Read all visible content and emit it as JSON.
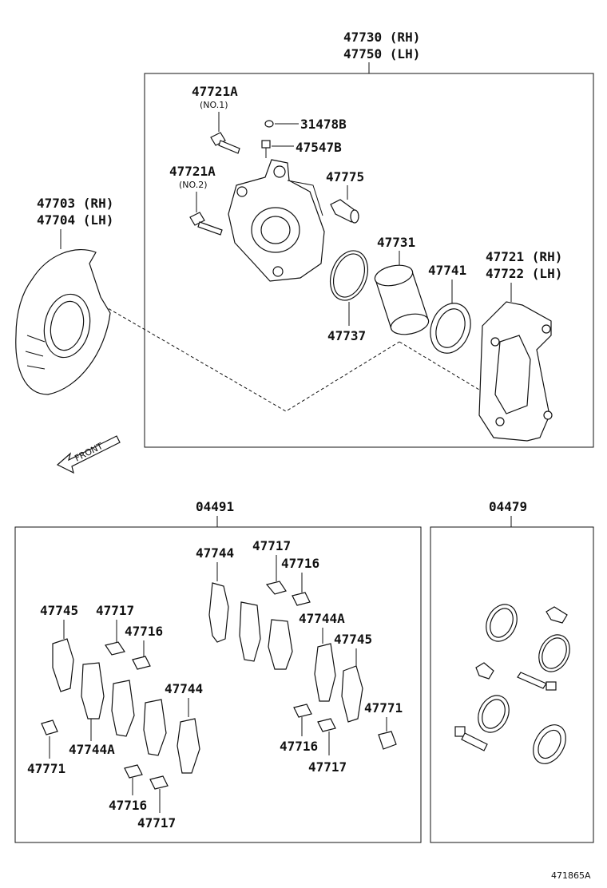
{
  "labels": {
    "caliper_rh": "47730 (RH)",
    "caliper_lh": "47750 (LH)",
    "slide_pin_no1": "47721A",
    "slide_pin_no1_note": "(NO.1)",
    "bleeder_cap": "31478B",
    "bleeder_plug": "47547B",
    "slide_pin_no2": "47721A",
    "slide_pin_no2_note": "(NO.2)",
    "bushing": "47775",
    "piston": "47731",
    "seal": "47741",
    "mounting_rh": "47721 (RH)",
    "mounting_lh": "47722 (LH)",
    "piston_seal": "47737",
    "shield_rh": "47703 (RH)",
    "shield_lh": "47704 (LH)",
    "front_arrow": "FRONT",
    "pad_kit": "04491",
    "cylinder_kit": "04479",
    "pk_47744_top": "47744",
    "pk_47717_top": "47717",
    "pk_47716_top": "47716",
    "pk_47745_left": "47745",
    "pk_47717_left": "47717",
    "pk_47716_left": "47716",
    "pk_47744A_right": "47744A",
    "pk_47745_right": "47745",
    "pk_47744_mid": "47744",
    "pk_47771_right": "47771",
    "pk_47744A_left": "47744A",
    "pk_47771_left": "47771",
    "pk_47716_right": "47716",
    "pk_47717_right": "47717",
    "pk_47716_bottom": "47716",
    "pk_47717_bottom": "47717",
    "diagram_id": "471865A"
  }
}
